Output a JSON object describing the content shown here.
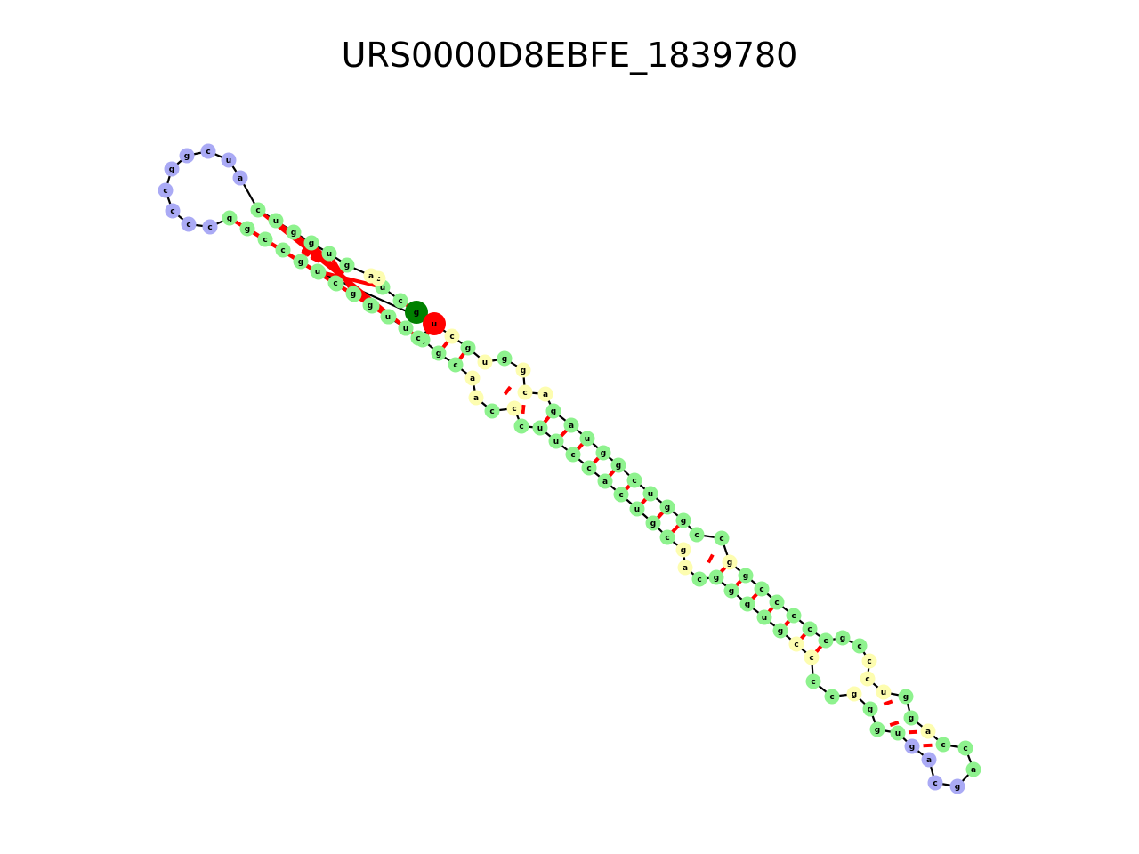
{
  "title": "URS0000D8EBFE_1839780",
  "colors": {
    "stem": "#8ef28e",
    "hairpin_loop": "#aaaaf5",
    "interior_loop": "#fdfdb0",
    "start_marker": "#008000",
    "end_marker": "#ff0000",
    "backbone": "#000000",
    "pair_bond": "#ff0000"
  },
  "legend": "none",
  "nucleotides": [
    {
      "id": "n1",
      "base": "g",
      "type": "start"
    },
    {
      "id": "n2",
      "base": "c",
      "type": "stem"
    },
    {
      "id": "n3",
      "base": "u",
      "type": "stem"
    },
    {
      "id": "n4",
      "base": "c",
      "type": "interior"
    },
    {
      "id": "n5",
      "base": "a",
      "type": "interior"
    },
    {
      "id": "n6",
      "base": "g",
      "type": "stem"
    },
    {
      "id": "n7",
      "base": "u",
      "type": "stem"
    },
    {
      "id": "n8",
      "base": "g",
      "type": "stem"
    },
    {
      "id": "n9",
      "base": "g",
      "type": "stem"
    },
    {
      "id": "n10",
      "base": "u",
      "type": "stem"
    },
    {
      "id": "n11",
      "base": "c",
      "type": "stem"
    },
    {
      "id": "n12",
      "base": "a",
      "type": "hairpin"
    },
    {
      "id": "n13",
      "base": "u",
      "type": "hairpin"
    },
    {
      "id": "n14",
      "base": "c",
      "type": "hairpin"
    },
    {
      "id": "n15",
      "base": "g",
      "type": "hairpin"
    },
    {
      "id": "n16",
      "base": "g",
      "type": "hairpin"
    },
    {
      "id": "n17",
      "base": "c",
      "type": "hairpin"
    },
    {
      "id": "n18",
      "base": "c",
      "type": "hairpin"
    },
    {
      "id": "n19",
      "base": "c",
      "type": "hairpin"
    },
    {
      "id": "n20",
      "base": "c",
      "type": "hairpin"
    },
    {
      "id": "n21",
      "base": "g",
      "type": "stem"
    },
    {
      "id": "n22",
      "base": "g",
      "type": "stem"
    },
    {
      "id": "n23",
      "base": "c",
      "type": "stem"
    },
    {
      "id": "n24",
      "base": "c",
      "type": "stem"
    },
    {
      "id": "n25",
      "base": "g",
      "type": "stem"
    },
    {
      "id": "n26",
      "base": "c",
      "type": "stem"
    },
    {
      "id": "n27",
      "base": "u",
      "type": "stem"
    },
    {
      "id": "n28",
      "base": "g",
      "type": "stem"
    },
    {
      "id": "n29",
      "base": "g",
      "type": "stem"
    },
    {
      "id": "n30",
      "base": "c",
      "type": "stem"
    },
    {
      "id": "n31",
      "base": "a",
      "type": "stem"
    },
    {
      "id": "n32",
      "base": "g",
      "type": "stem"
    },
    {
      "id": "n33",
      "base": "g",
      "type": "stem"
    },
    {
      "id": "n34",
      "base": "c",
      "type": "stem"
    },
    {
      "id": "n35",
      "base": "a",
      "type": "interior"
    },
    {
      "id": "n36",
      "base": "a",
      "type": "interior"
    },
    {
      "id": "n37",
      "base": "c",
      "type": "stem"
    },
    {
      "id": "n38",
      "base": "c",
      "type": "interior"
    },
    {
      "id": "n39",
      "base": "c",
      "type": "stem"
    },
    {
      "id": "n40",
      "base": "u",
      "type": "stem"
    },
    {
      "id": "n41",
      "base": "u",
      "type": "stem"
    },
    {
      "id": "n42",
      "base": "c",
      "type": "stem"
    },
    {
      "id": "n43",
      "base": "c",
      "type": "stem"
    },
    {
      "id": "n44",
      "base": "a",
      "type": "stem"
    },
    {
      "id": "n45",
      "base": "c",
      "type": "stem"
    },
    {
      "id": "n46",
      "base": "u",
      "type": "stem"
    },
    {
      "id": "n47",
      "base": "g",
      "type": "stem"
    },
    {
      "id": "n48",
      "base": "c",
      "type": "stem"
    },
    {
      "id": "n49",
      "base": "g",
      "type": "interior"
    },
    {
      "id": "n50",
      "base": "a",
      "type": "interior"
    },
    {
      "id": "n51",
      "base": "c",
      "type": "stem"
    },
    {
      "id": "n52",
      "base": "g",
      "type": "stem"
    },
    {
      "id": "n53",
      "base": "g",
      "type": "stem"
    },
    {
      "id": "n54",
      "base": "g",
      "type": "stem"
    },
    {
      "id": "n55",
      "base": "u",
      "type": "stem"
    },
    {
      "id": "n56",
      "base": "g",
      "type": "stem"
    },
    {
      "id": "n57",
      "base": "c",
      "type": "interior"
    },
    {
      "id": "n58",
      "base": "c",
      "type": "interior"
    },
    {
      "id": "n59",
      "base": "c",
      "type": "stem"
    },
    {
      "id": "n60",
      "base": "c",
      "type": "stem"
    },
    {
      "id": "n61",
      "base": "g",
      "type": "interior"
    },
    {
      "id": "n62",
      "base": "g",
      "type": "stem"
    },
    {
      "id": "n63",
      "base": "g",
      "type": "stem"
    },
    {
      "id": "n64",
      "base": "u",
      "type": "stem"
    },
    {
      "id": "n65",
      "base": "g",
      "type": "hairpin"
    },
    {
      "id": "n66",
      "base": "a",
      "type": "hairpin"
    },
    {
      "id": "n67",
      "base": "c",
      "type": "hairpin"
    },
    {
      "id": "n68",
      "base": "g",
      "type": "hairpin"
    },
    {
      "id": "n69",
      "base": "a",
      "type": "stem"
    },
    {
      "id": "n70",
      "base": "c",
      "type": "stem"
    },
    {
      "id": "n71",
      "base": "c",
      "type": "stem"
    },
    {
      "id": "n72",
      "base": "a",
      "type": "interior"
    },
    {
      "id": "n73",
      "base": "g",
      "type": "stem"
    },
    {
      "id": "n74",
      "base": "g",
      "type": "stem"
    },
    {
      "id": "n75",
      "base": "u",
      "type": "interior"
    },
    {
      "id": "n76",
      "base": "c",
      "type": "interior"
    },
    {
      "id": "n77",
      "base": "c",
      "type": "interior"
    },
    {
      "id": "n78",
      "base": "c",
      "type": "stem"
    },
    {
      "id": "n79",
      "base": "g",
      "type": "stem"
    },
    {
      "id": "n80",
      "base": "c",
      "type": "stem"
    },
    {
      "id": "n81",
      "base": "c",
      "type": "stem"
    },
    {
      "id": "n82",
      "base": "c",
      "type": "stem"
    },
    {
      "id": "n83",
      "base": "c",
      "type": "stem"
    },
    {
      "id": "n84",
      "base": "c",
      "type": "stem"
    },
    {
      "id": "n85",
      "base": "g",
      "type": "stem"
    },
    {
      "id": "n86",
      "base": "g",
      "type": "interior"
    },
    {
      "id": "n87",
      "base": "c",
      "type": "stem"
    },
    {
      "id": "n88",
      "base": "c",
      "type": "stem"
    },
    {
      "id": "n89",
      "base": "g",
      "type": "stem"
    },
    {
      "id": "n90",
      "base": "g",
      "type": "stem"
    },
    {
      "id": "n91",
      "base": "u",
      "type": "stem"
    },
    {
      "id": "n92",
      "base": "c",
      "type": "stem"
    },
    {
      "id": "n93",
      "base": "g",
      "type": "stem"
    },
    {
      "id": "n94",
      "base": "g",
      "type": "stem"
    },
    {
      "id": "n95",
      "base": "u",
      "type": "stem"
    },
    {
      "id": "n96",
      "base": "a",
      "type": "stem"
    },
    {
      "id": "n97",
      "base": "g",
      "type": "stem"
    },
    {
      "id": "n98",
      "base": "a",
      "type": "interior"
    },
    {
      "id": "n99",
      "base": "c",
      "type": "interior"
    },
    {
      "id": "n100",
      "base": "g",
      "type": "interior"
    },
    {
      "id": "n101",
      "base": "g",
      "type": "stem"
    },
    {
      "id": "n102",
      "base": "u",
      "type": "interior"
    },
    {
      "id": "n103",
      "base": "g",
      "type": "stem"
    },
    {
      "id": "n104",
      "base": "c",
      "type": "interior"
    },
    {
      "id": "n105",
      "base": "g",
      "type": "interior"
    },
    {
      "id": "n106",
      "base": "c",
      "type": "stem"
    },
    {
      "id": "n107",
      "base": "u",
      "type": "stem"
    },
    {
      "id": "n108",
      "base": "u",
      "type": "stem"
    },
    {
      "id": "n109",
      "base": "g",
      "type": "stem"
    },
    {
      "id": "n110",
      "base": "g",
      "type": "stem"
    },
    {
      "id": "n111",
      "base": "c",
      "type": "stem"
    },
    {
      "id": "n112",
      "base": "u",
      "type": "stem"
    },
    {
      "id": "n113",
      "base": "u",
      "type": "end"
    }
  ],
  "base_pairs": [
    [
      "n2",
      "n113"
    ],
    [
      "n3",
      "n112"
    ],
    [
      "n6",
      "n111"
    ],
    [
      "n7",
      "n110"
    ],
    [
      "n8",
      "n109"
    ],
    [
      "n9",
      "n108"
    ],
    [
      "n10",
      "n107"
    ],
    [
      "n11",
      "n106"
    ],
    [
      "n21",
      "n30"
    ],
    [
      "n22",
      "n29"
    ]
  ]
}
